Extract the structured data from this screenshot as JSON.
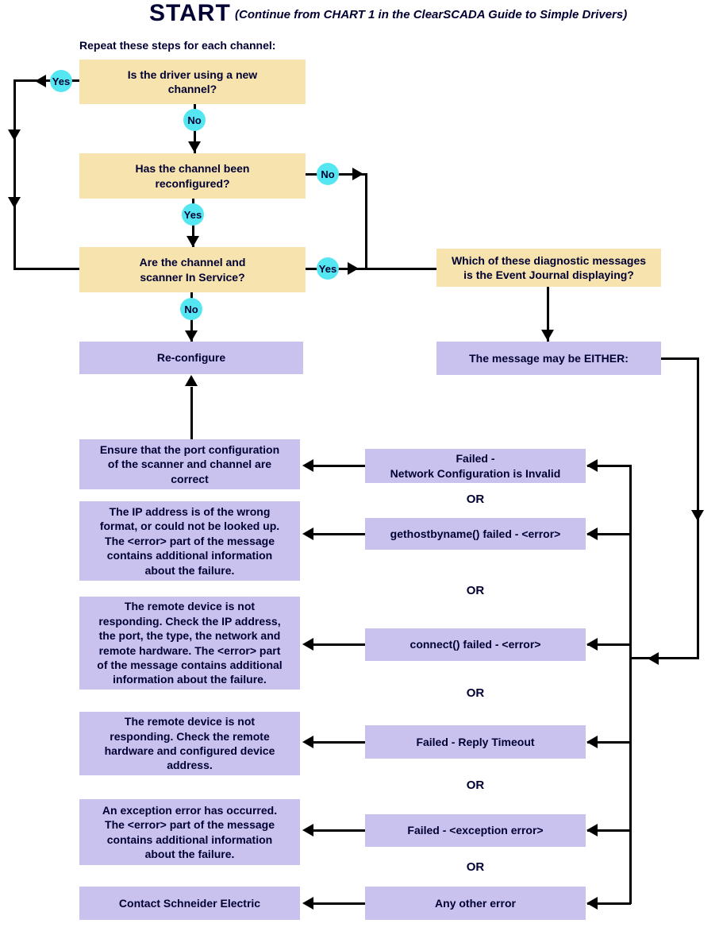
{
  "title": "START",
  "subtitle": "(Continue from CHART 1 in the ClearSCADA Guide to Simple Drivers)",
  "repeat_label": "Repeat these steps for each channel:",
  "or_label": "OR",
  "colors": {
    "decision-fill": "#f6e3ae",
    "action-fill": "#c9c2ee",
    "connector-fill": "#55e7f1",
    "text-color": "#000033",
    "line-color": "#000000"
  },
  "nodes": {
    "new_channel": "Is the driver using a new\nchannel?",
    "reconfigured": "Has the channel been\nreconfigured?",
    "in_service": "Are the channel and\nscanner In Service?",
    "reconfigure": "Re-configure",
    "diagnostic": "Which of these diagnostic messages\nis the Event Journal displaying?",
    "either": "The message may be EITHER:"
  },
  "connectors": {
    "yes_new_channel": "Yes",
    "no_new_channel": "No",
    "no_reconfigured": "No",
    "yes_reconfigured": "Yes",
    "yes_in_service": "Yes",
    "no_in_service": "No"
  },
  "error_rows": [
    {
      "message": "Failed -\nNetwork Configuration is Invalid",
      "explanation": "Ensure that the port configuration\nof the scanner and channel are\ncorrect"
    },
    {
      "message": "gethostbyname() failed - <error>",
      "explanation": "The IP address is of the wrong\nformat, or could not be looked up.\nThe <error> part of the message\ncontains additional information\nabout the failure."
    },
    {
      "message": "connect() failed - <error>",
      "explanation": "The remote device is not\nresponding. Check the IP address,\nthe port, the type, the network and\nremote hardware. The <error> part\nof the message contains additional\ninformation about the failure."
    },
    {
      "message": "Failed - Reply Timeout",
      "explanation": "The remote device is not\nresponding. Check the remote\nhardware and configured device\naddress."
    },
    {
      "message": "Failed - <exception error>",
      "explanation": "An exception error has occurred.\nThe <error> part of the message\ncontains additional information\nabout the failure."
    },
    {
      "message": "Any other error",
      "explanation": "Contact Schneider Electric"
    }
  ]
}
